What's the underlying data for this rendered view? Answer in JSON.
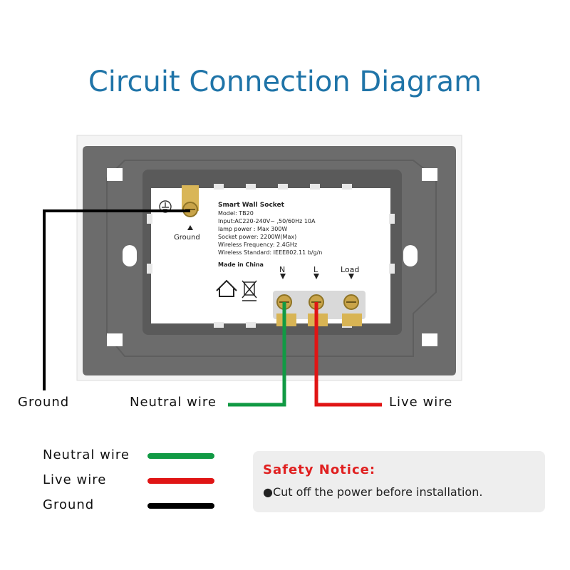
{
  "title": "Circuit Connection Diagram",
  "device": {
    "lines": [
      "Smart Wall Socket",
      "Model: TB20",
      "Input:AC220-240V~ ,50/60Hz   10A",
      "lamp power : Max 300W",
      "Socket power: 2200W(Max)",
      "Wireless Frequency: 2.4GHz",
      "Wireless Standard: IEEE802.11 b/g/n"
    ],
    "made_in": "Made in China",
    "ground_terminal_label": "Ground",
    "terminal_n": "N",
    "terminal_l": "L",
    "terminal_load": "Load"
  },
  "wire_labels": {
    "ground": "Ground",
    "neutral": "Neutral wire",
    "live": "Live wire"
  },
  "legend": [
    {
      "label": "Neutral wire",
      "color": "#119a44"
    },
    {
      "label": "Live wire",
      "color": "#e01515"
    },
    {
      "label": "Ground",
      "color": "#000000"
    }
  ],
  "safety": {
    "title": "Safety Notice:",
    "text": "●Cut off the power before installation."
  },
  "colors": {
    "title": "#1f74a8",
    "neutral": "#119a44",
    "live": "#e01515",
    "ground": "#000000",
    "plate": "#6e6e6e"
  }
}
